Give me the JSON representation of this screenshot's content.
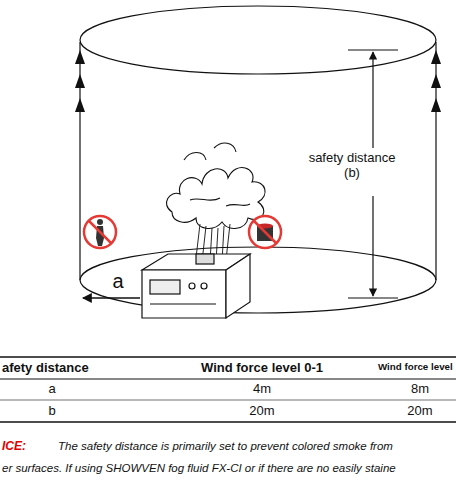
{
  "diagram": {
    "labels": [
      "a",
      "safety distance (b)",
      "afety distance",
      "Wind force level 0-1",
      "Wind force level",
      "a",
      "4m",
      "8m",
      "b",
      "20m",
      "20m",
      "ICE:",
      "The safety distance is primarily set to prevent colored smoke from",
      "er surfaces. If using SHOWVEN fog fluid FX-CI or if there are no easily staine"
    ]
  }
}
